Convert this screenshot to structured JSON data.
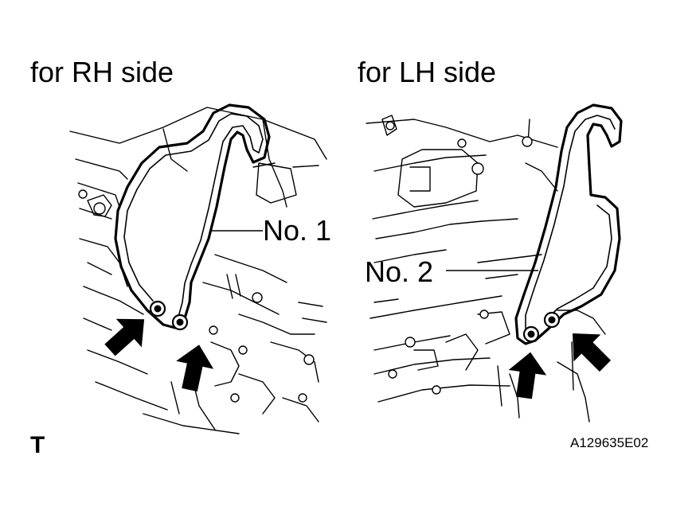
{
  "headings": {
    "rh": "for RH side",
    "lh": "for LH side"
  },
  "callouts": {
    "no1": "No. 1",
    "no2": "No. 2"
  },
  "marker": "T",
  "figure_code": "A129635E02"
}
